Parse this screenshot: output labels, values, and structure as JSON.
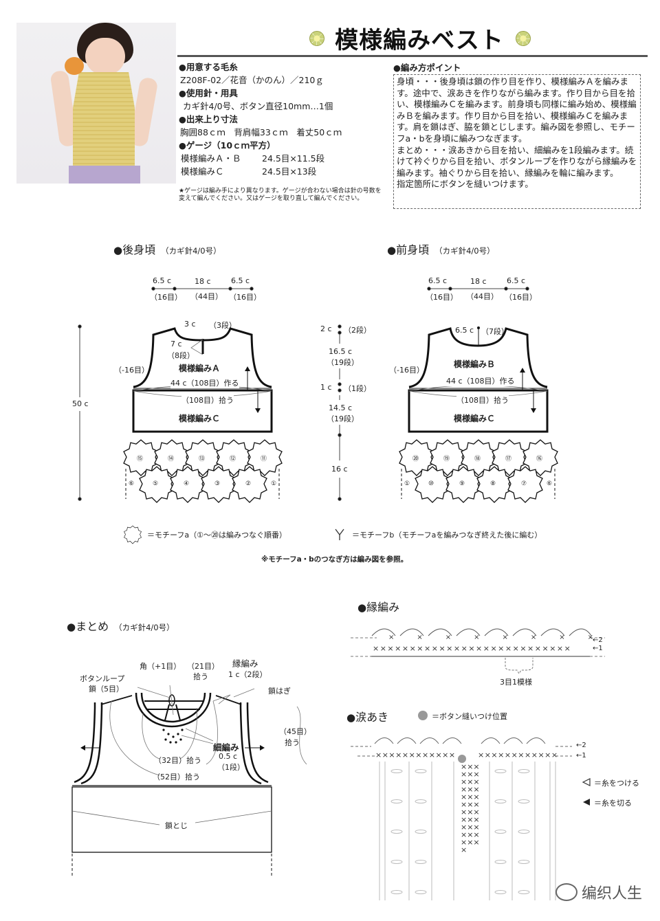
{
  "title": "模様編みベスト",
  "photo": {
    "alt": "woman wearing yellow crochet vest holding an orange"
  },
  "materials": {
    "yarn_heading": "用意する毛糸",
    "yarn_value": "Z208F-02／花音（かのん）／210ｇ",
    "tools_heading": "使用針・用具",
    "tools_value": "カギ針4/0号、ボタン直径10mm…1個",
    "size_heading": "出来上り寸法",
    "size_value": "胸囲88ｃｍ　背肩幅33ｃｍ　着丈50ｃｍ",
    "gauge_heading": "ゲージ（10ｃｍ平方）",
    "gauge_rows": [
      {
        "name": "模様編みＡ・Ｂ",
        "value": "24.5目×11.5段"
      },
      {
        "name": "模様編みＣ",
        "value": "24.5目×13段"
      }
    ],
    "note": "★ゲージは編み手により異なります。ゲージが合わない場合は針の号数を変えて編んでください。又はゲージを取り直して編んでください。"
  },
  "points": {
    "heading": "編み方ポイント",
    "paragraphs": [
      "身頃・・・後身頃は鎖の作り目を作り、模様編みＡを編みます。途中で、涙あきを作りながら編みます。作り目から目を拾い、模様編みＣを編みます。前身頃も同様に編み始め、模様編みＢを編みます。作り目から目を拾い、模様編みＣを編みます。肩を鎖はぎ、脇を鎖とじします。編み図を参照し、モチーフa・bを身頃に編みつなぎます。",
      "まとめ・・・涙あきから目を拾い、細編みを1段編みます。続けて衿ぐりから目を拾い、ボタンループを作りながら縁編みを編みます。袖ぐりから目を拾い、縁編みを輪に編みます。",
      "指定箇所にボタンを縫いつけます。"
    ]
  },
  "back": {
    "heading": "後身頃",
    "hook": "（カギ針4/0号）",
    "top_dims": [
      "6.5 c",
      "18 c",
      "6.5 c"
    ],
    "top_counts": [
      "（16目）",
      "（44目）",
      "（16目）"
    ],
    "neck": "3 c",
    "neck_rows": "（3段）",
    "slit": "7 c",
    "slit_rows": "（8段）",
    "armhole": "（-16目）",
    "pattern_a": "模様編みＡ",
    "make": "44 c（108目）作る",
    "pick": "（108目）拾う",
    "pattern_c": "模様編みＣ",
    "length": "50 c",
    "motifs_top": [
      "⑮",
      "⑭",
      "⑬",
      "⑫",
      "⑪"
    ],
    "motifs_bottom": [
      "⑥",
      "⑤",
      "④",
      "③",
      "②",
      "①"
    ]
  },
  "vertical_dims": {
    "a": "2 c",
    "a_rows": "（2段）",
    "b": "16.5 c",
    "b_rows": "（19段）",
    "c": "1 c",
    "c_rows": "（1段）",
    "d": "14.5 c",
    "d_rows": "（19段）",
    "e": "16 c"
  },
  "front": {
    "heading": "前身頃",
    "hook": "（カギ針4/0号）",
    "top_dims": [
      "6.5 c",
      "18 c",
      "6.5 c"
    ],
    "top_counts": [
      "（16目）",
      "（44目）",
      "（16目）"
    ],
    "neck": "6.5 c",
    "neck_rows": "（7段）",
    "armhole": "（-16目）",
    "pattern_b": "模様編みＢ",
    "make": "44 c（108目）作る",
    "pick": "（108目）拾う",
    "pattern_c": "模様編みＣ",
    "motifs_top": [
      "⑳",
      "⑲",
      "⑱",
      "⑰",
      "⑯"
    ],
    "motifs_bottom": [
      "①",
      "⑩",
      "⑨",
      "⑧",
      "⑦",
      "⑥"
    ]
  },
  "legend": {
    "motif_a": "＝モチーフa（①～⑳は編みつなぐ順番）",
    "motif_b": "＝モチーフb（モチーフaを編みつなぎ終えた後に編む）",
    "note": "※モチーフa・bのつなぎ方は編み図を参照。"
  },
  "assembly": {
    "heading": "まとめ",
    "hook": "（カギ針4/0号）",
    "corner": "角（+1目）",
    "pick21": "（21目）",
    "pick21b": "拾う",
    "edging": "縁編み",
    "edging_dim": "1 c（2段）",
    "button_loop": "ボタンループ",
    "button_loop2": "鎖（5目）",
    "shoulder": "鎖はぎ",
    "sc": "細編み",
    "sc_dim": "0.5 c",
    "sc_rows": "（1段）",
    "pick32": "（32目）拾う",
    "pick52": "（52目）拾う",
    "pick45": "（45目）",
    "pick45b": "拾う",
    "side": "鎖とじ"
  },
  "edging_chart": {
    "heading": "縁編み",
    "repeat": "3目1模様",
    "row2": "←2",
    "row1": "←1"
  },
  "slit_chart": {
    "heading": "涙あき",
    "button_legend": "＝ボタン縫いつけ位置",
    "join": "＝糸をつける",
    "cut": "＝糸を切る",
    "row2": "←2",
    "row1": "←1"
  },
  "watermark": "编织人生"
}
